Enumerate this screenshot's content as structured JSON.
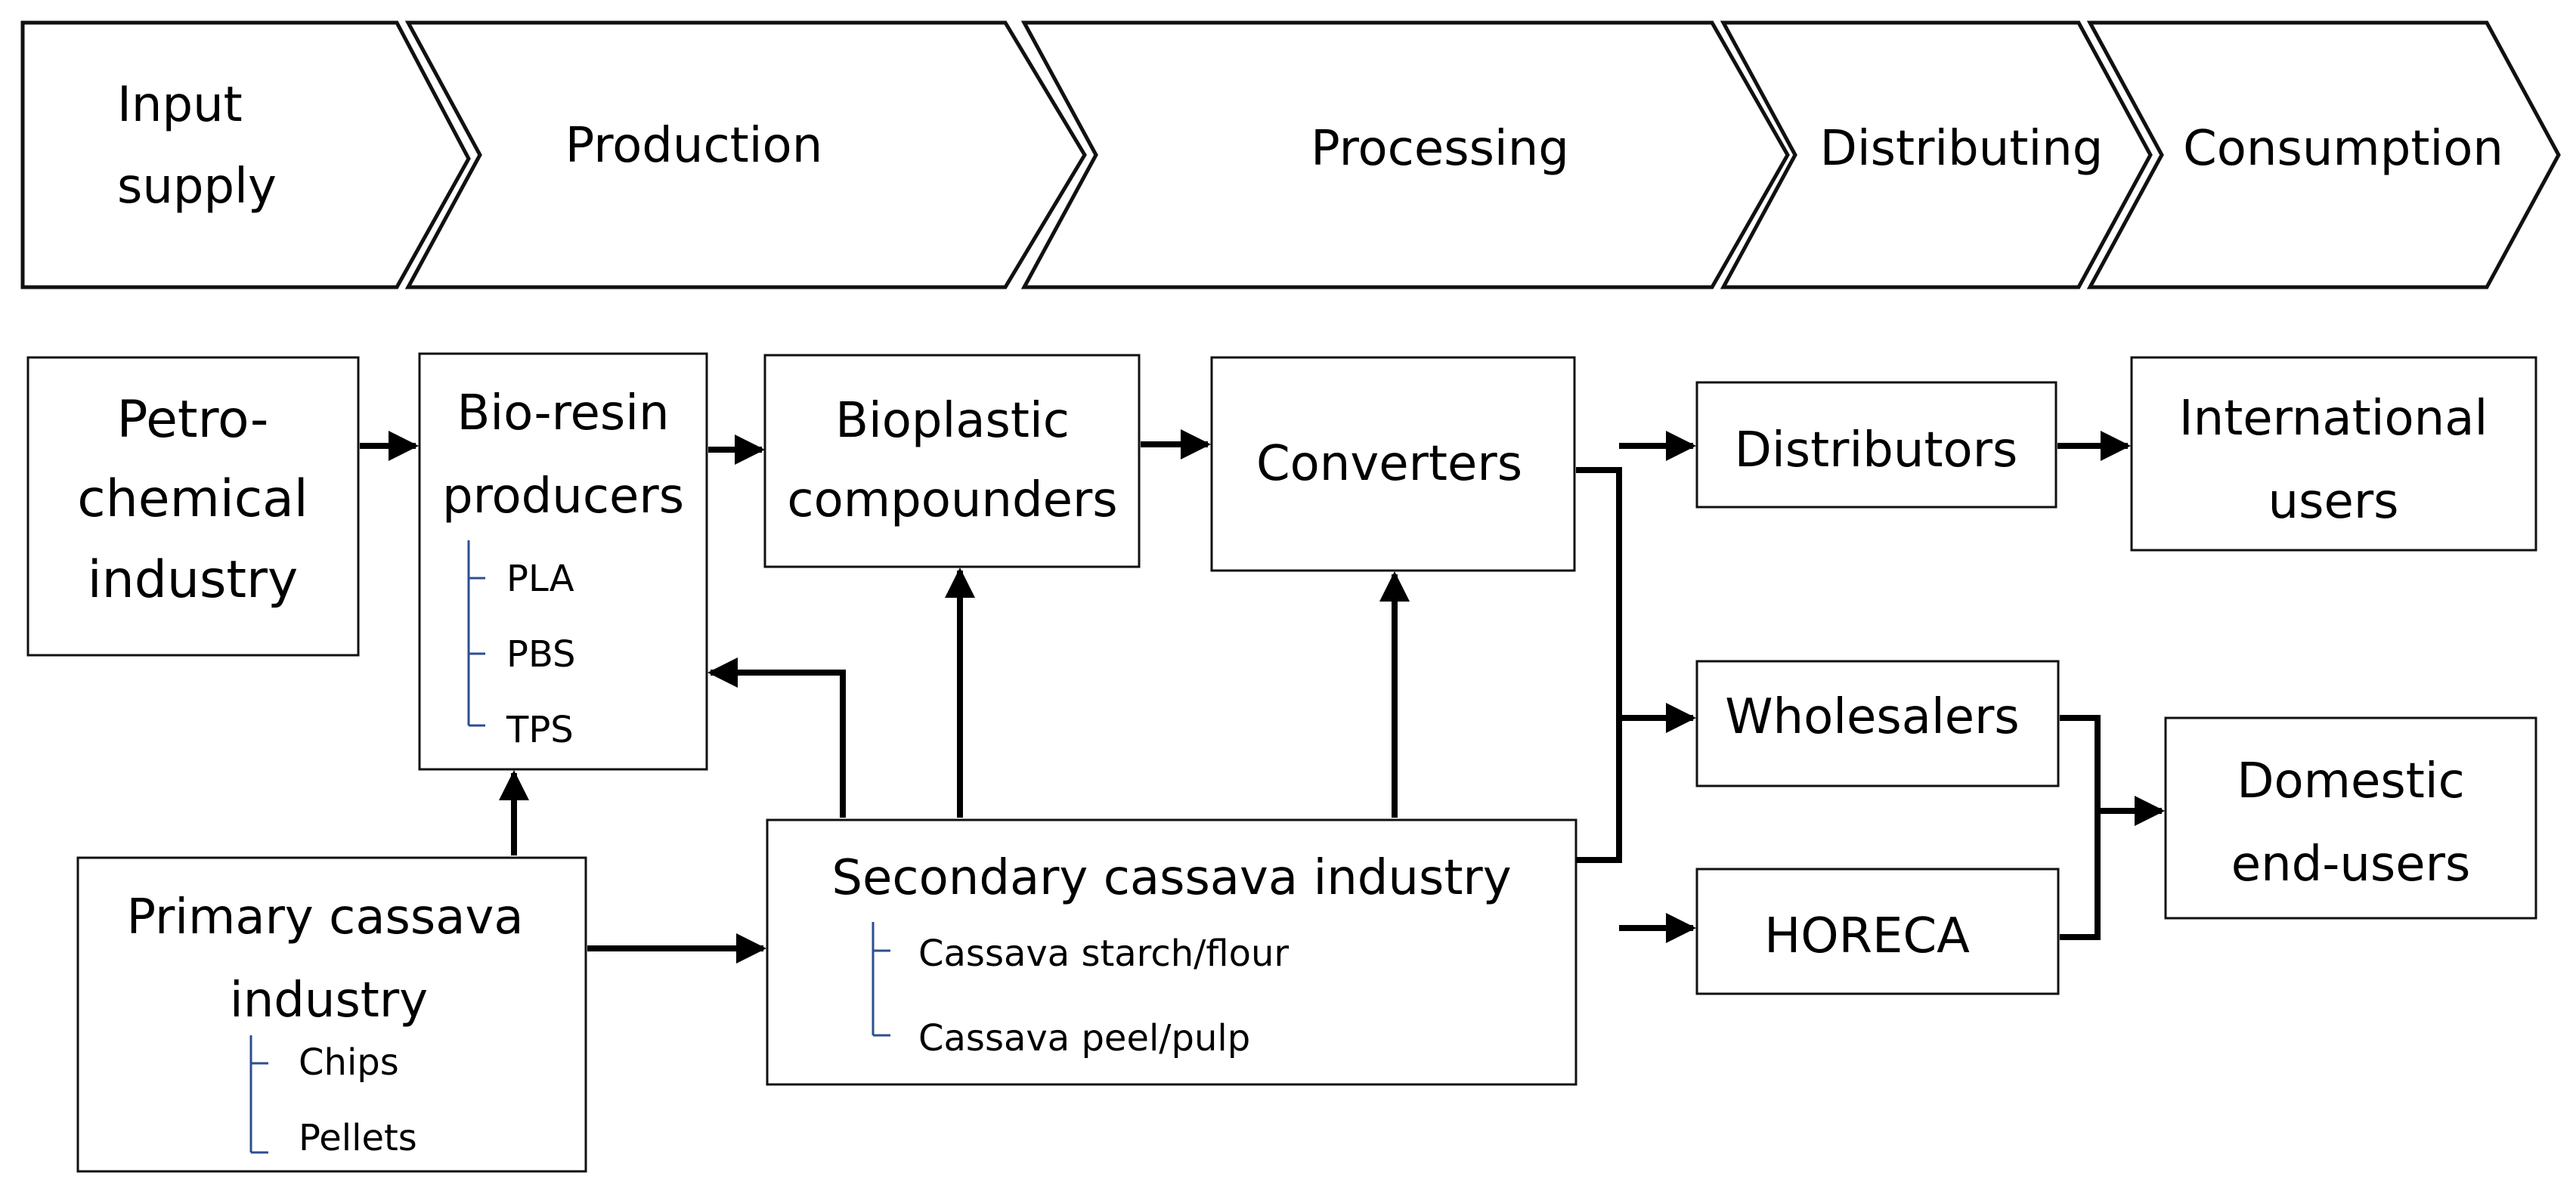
{
  "colors": {
    "stroke": "#111111",
    "arrow": "#000000",
    "tree_line": "#2b4f8f",
    "background": "#ffffff"
  },
  "stages": {
    "input_supply_line1": "Input",
    "input_supply_line2": "supply",
    "production": "Production",
    "processing": "Processing",
    "distributing": "Distributing",
    "consumption": "Consumption"
  },
  "nodes": {
    "petrochemical": [
      "Petro-",
      "chemical",
      "industry"
    ],
    "bioresin": {
      "title": [
        "Bio-resin",
        "producers"
      ],
      "items": [
        "PLA",
        "PBS",
        "TPS"
      ]
    },
    "bioplastic": [
      "Bioplastic",
      "compounders"
    ],
    "converters": "Converters",
    "distributors": "Distributors",
    "international": [
      "International",
      "users"
    ],
    "wholesalers": "Wholesalers",
    "horeca": "HORECA",
    "domestic": [
      "Domestic",
      "end-users"
    ],
    "primary": {
      "title": [
        "Primary cassava",
        "industry"
      ],
      "items": [
        "Chips",
        "Pellets"
      ]
    },
    "secondary": {
      "title": "Secondary cassava industry",
      "items": [
        "Cassava starch/flour",
        "Cassava peel/pulp"
      ]
    }
  }
}
